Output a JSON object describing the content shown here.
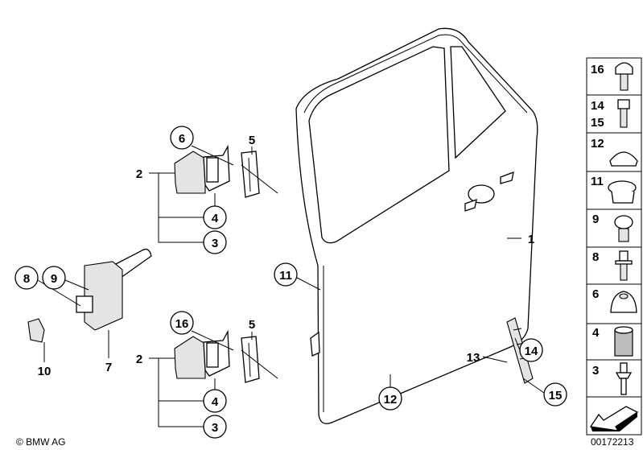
{
  "copyright": "© BMW AG",
  "diagram_number": "00172213",
  "callouts": {
    "door": "1",
    "hinge_upper": "2",
    "hinge_lower": "2",
    "screw_upper": "3",
    "screw_lower": "3",
    "bushing_upper": "4",
    "bushing_lower": "4",
    "shim_upper": "5",
    "shim_lower": "5",
    "nut_upper": "6",
    "door_check": "7",
    "bolt_8": "8",
    "bolt_9": "9",
    "cap": "10",
    "grommet_11": "11",
    "plug_12": "12",
    "bracket_13": "13",
    "screw_14": "14",
    "screw_15": "15",
    "bolt_16": "16"
  },
  "legend": [
    {
      "label": "16",
      "icon": "flange-bolt-icon"
    },
    {
      "label": "14",
      "label2": "15",
      "icon": "bolt-icon"
    },
    {
      "label": "12",
      "icon": "plug-icon"
    },
    {
      "label": "11",
      "icon": "grommet-icon"
    },
    {
      "label": "9",
      "icon": "collar-bolt-icon"
    },
    {
      "label": "8",
      "icon": "torx-bolt-icon"
    },
    {
      "label": "6",
      "icon": "flange-nut-icon"
    },
    {
      "label": "4",
      "icon": "bushing-icon"
    },
    {
      "label": "3",
      "icon": "hinge-pin-icon"
    }
  ]
}
